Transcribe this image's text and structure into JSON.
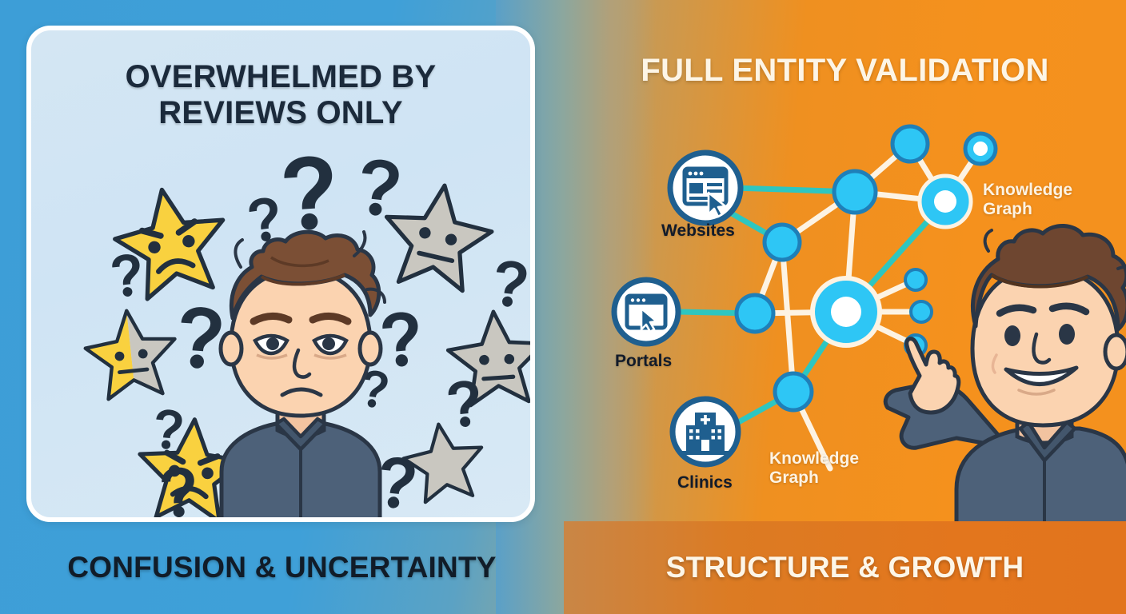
{
  "panels": {
    "left": {
      "card_title": "OVERWHELMED BY\nREVIEWS ONLY",
      "card_title_line1": "OVERWHELMED BY",
      "card_title_line2": "REVIEWS ONLY",
      "footer_label": "CONFUSION & UNCERTAINTY",
      "background_color": "#3d9ed7",
      "card_background_color": "#d4e6f3",
      "title_color": "#1b2a3b",
      "illustration": {
        "character": "confused-sad-man",
        "star_ratings": [
          {
            "type": "angry-yellow-star",
            "color": "#F9D13F"
          },
          {
            "type": "half-yellow-gray-star",
            "color": "#F9D13F"
          },
          {
            "type": "angry-yellow-star",
            "color": "#F9D13F"
          },
          {
            "type": "neutral-gray-star",
            "color": "#C9C7C0"
          },
          {
            "type": "neutral-gray-star",
            "color": "#C9C7C0"
          },
          {
            "type": "blank-gray-star",
            "color": "#C9C7C0"
          }
        ],
        "question_mark_count": 12,
        "question_mark_color": "#22303f"
      }
    },
    "right": {
      "title": "FULL ENTITY VALIDATION",
      "footer_label": "STRUCTURE & GROWTH",
      "background_color": "#f5911d",
      "footer_color": "#e2741d",
      "title_color": "#fdf5e6",
      "illustration": {
        "character": "happy-pointing-man"
      },
      "graph": {
        "source_nodes": [
          {
            "label": "Websites",
            "icon": "browser-window-cursor-icon",
            "label_color": "#121b2a"
          },
          {
            "label": "Portals",
            "icon": "browser-cursor-icon",
            "label_color": "#121b2a"
          },
          {
            "label": "Clinics",
            "icon": "hospital-building-icon",
            "label_color": "#121b2a"
          }
        ],
        "annotations": [
          {
            "label": "Knowledge\nGraph",
            "line1": "Knowledge",
            "line2": "Graph",
            "label_color": "#fdf3e3",
            "position": "right"
          },
          {
            "label": "Knowledge\nGraph",
            "line1": "Knowledge",
            "line2": "Graph",
            "label_color": "#fdf3e3",
            "position": "bottom-center"
          }
        ],
        "node_color": "#2ec6f5",
        "node_stroke_color": "#1f7fb8",
        "edge_colors": [
          "#fdf3e3",
          "#2ec6c0"
        ]
      }
    }
  }
}
